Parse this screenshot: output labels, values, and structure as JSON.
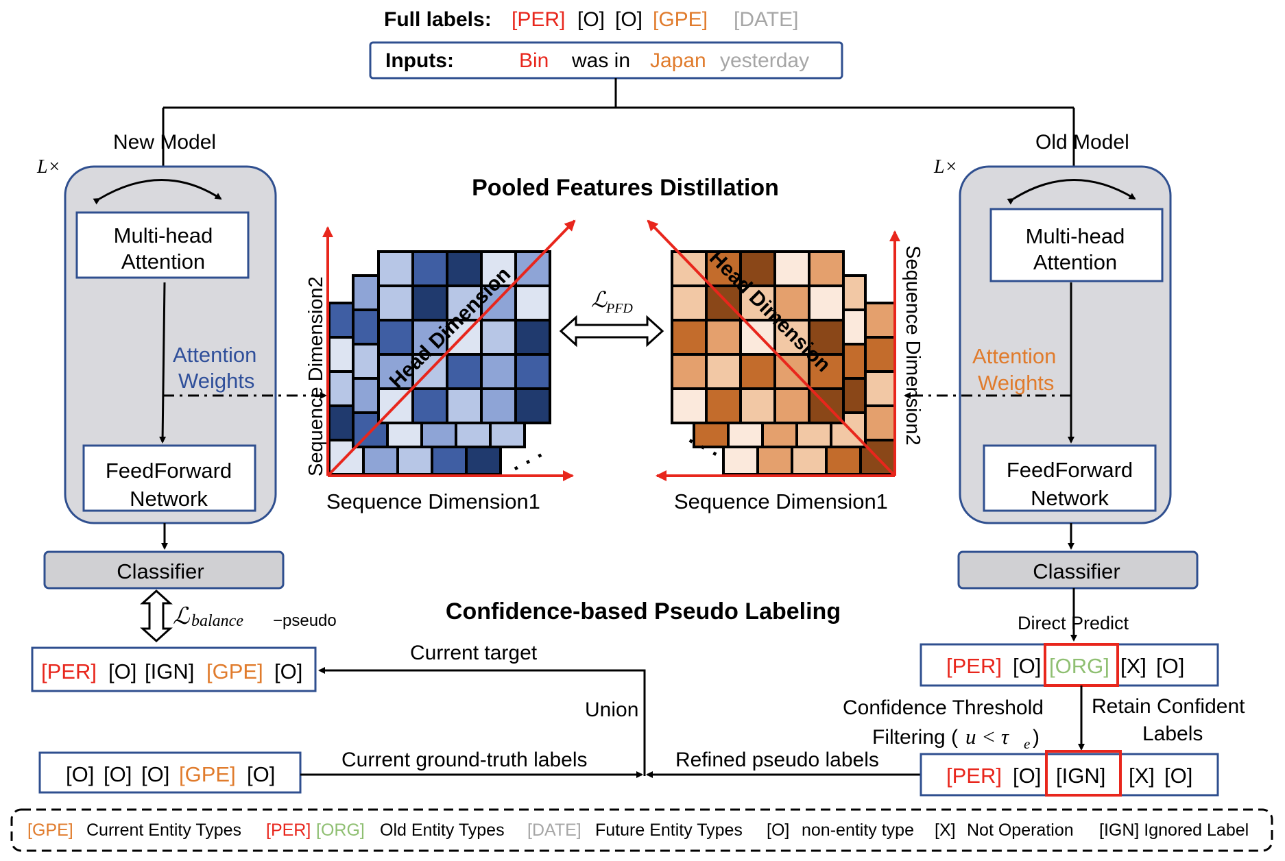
{
  "colors": {
    "per": "#e8261c",
    "gpe": "#e07b2c",
    "date": "#a6a6a6",
    "org": "#8fbf72",
    "new_accent": "#2f4f9a",
    "old_accent": "#e07b2c",
    "box_border": "#2f4f8f",
    "panel_fill": "#d9d9dd",
    "classifier_fill": "#d0d0d3",
    "highlight": "#e8261c"
  },
  "header": {
    "full_labels_title": "Full labels:",
    "full_labels": [
      "[PER]",
      "[O]",
      "[O]",
      "[GPE]",
      "[DATE]"
    ],
    "inputs_title": "Inputs:",
    "input_tokens": [
      "Bin",
      "was in",
      "Japan",
      "yesterday"
    ]
  },
  "new_model": {
    "title": "New Model",
    "repeat": "L×",
    "attention": [
      "Multi-head",
      "Attention"
    ],
    "weights": [
      "Attention",
      "Weights"
    ],
    "ffn": [
      "FeedForward",
      "Network"
    ],
    "classifier": "Classifier"
  },
  "old_model": {
    "title": "Old Model",
    "repeat": "L×",
    "attention": [
      "Multi-head",
      "Attention"
    ],
    "weights": [
      "Attention",
      "Weights"
    ],
    "ffn": [
      "FeedForward",
      "Network"
    ],
    "classifier": "Classifier"
  },
  "distillation": {
    "title": "Pooled Features Distillation",
    "loss_symbol": "ℒ",
    "loss_subscript": "PFD",
    "head_dim": "Head Dimension",
    "seq_dim1": "Sequence Dimension1",
    "seq_dim2": "Sequence Dimension2",
    "ellipsis": "· · ·"
  },
  "pseudo": {
    "title": "Confidence-based Pseudo Labeling",
    "balance_symbol": "ℒ",
    "balance_subscript": "balance",
    "balance_suffix": "−pseudo",
    "current_target_label": "Current target",
    "current_target": [
      "[PER]",
      "[O]",
      "[IGN]",
      "[GPE]",
      "[O]"
    ],
    "union_label": "Union",
    "gt_label": "Current ground-truth labels",
    "gt_labels": [
      "[O]",
      "[O]",
      "[O]",
      "[GPE]",
      "[O]"
    ],
    "refined_label": "Refined pseudo labels",
    "direct_predict": "Direct Predict",
    "predicted": [
      "[PER]",
      "[O]",
      "[ORG]",
      "[X]",
      "[O]"
    ],
    "threshold_line1": "Confidence Threshold",
    "threshold_line2": "Filtering (",
    "threshold_math": "u < τ",
    "threshold_sub": "e",
    "threshold_close": ")",
    "retain_line1": "Retain Confident",
    "retain_line2": "Labels",
    "refined": [
      "[PER]",
      "[O]",
      "[IGN]",
      "[X]",
      "[O]"
    ]
  },
  "legend": {
    "current_tag": "[GPE]",
    "current_text": "Current Entity Types",
    "old_tag1": "[PER]",
    "old_tag2": "[ORG]",
    "old_text": "Old Entity Types",
    "future_tag": "[DATE]",
    "future_text": "Future Entity Types",
    "o_tag": "[O]",
    "o_text": "non-entity type",
    "x_tag": "[X]",
    "x_text": "Not Operation",
    "ign_text": "[IGN] Ignored Label"
  }
}
